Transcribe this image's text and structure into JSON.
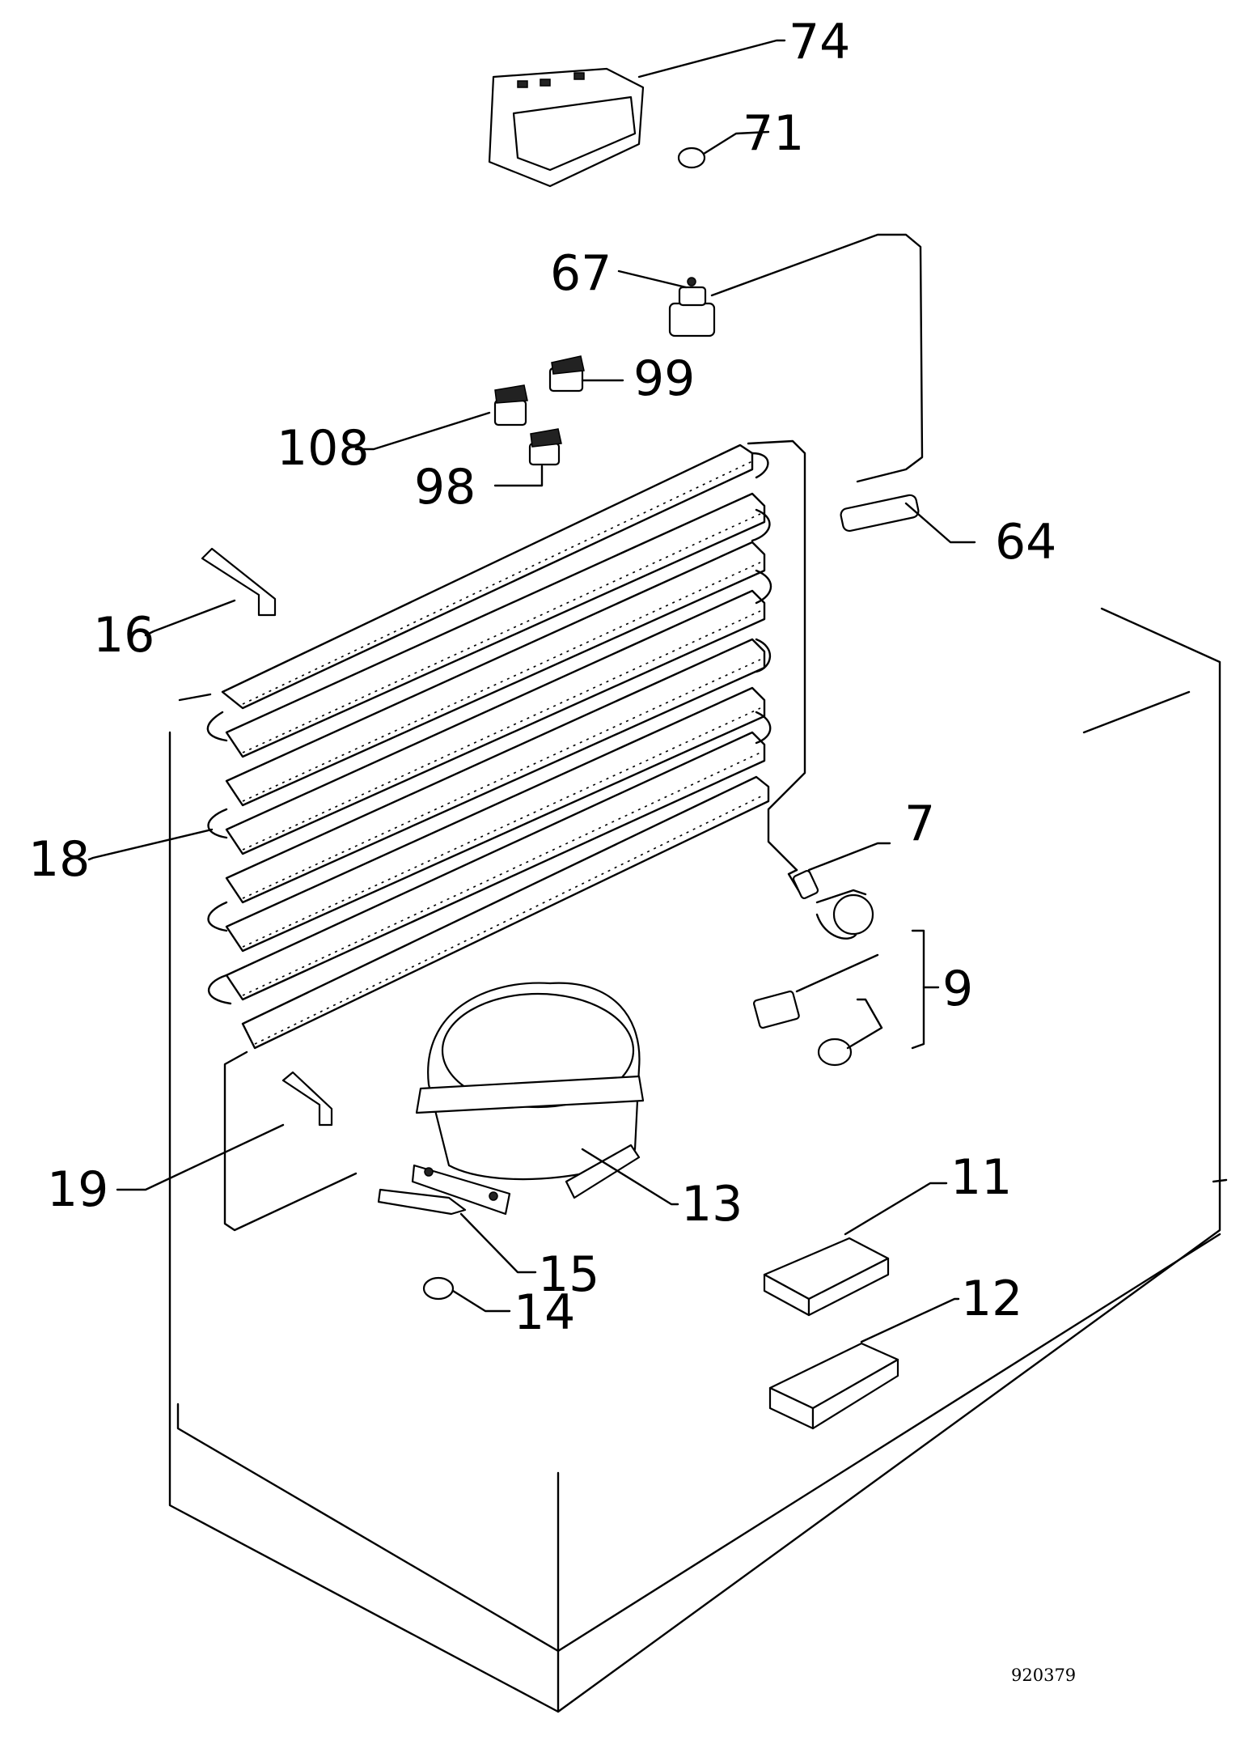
{
  "callouts": {
    "c74": "74",
    "c71": "71",
    "c67": "67",
    "c99": "99",
    "c108": "108",
    "c98": "98",
    "c64": "64",
    "c16": "16",
    "c18": "18",
    "c7": "7",
    "c9": "9",
    "c19": "19",
    "c13": "13",
    "c11": "11",
    "c15": "15",
    "c14": "14",
    "c12": "12"
  },
  "drawing_number": "920379"
}
